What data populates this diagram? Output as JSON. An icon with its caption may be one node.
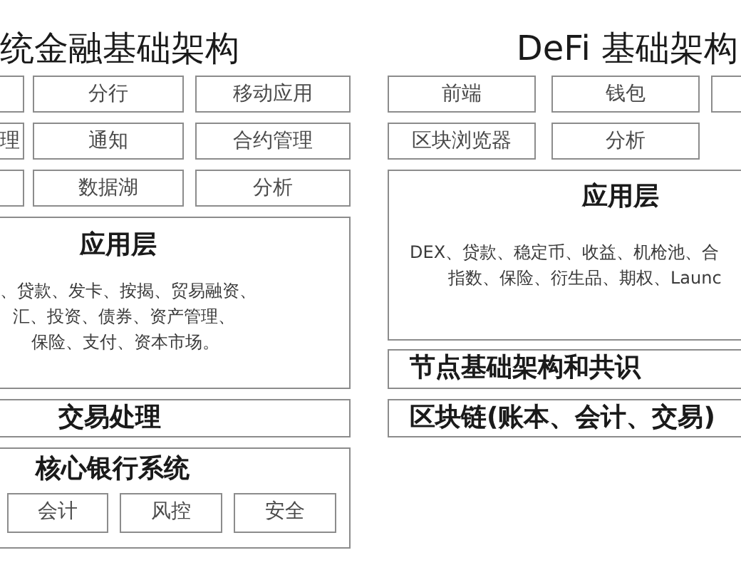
{
  "diagram": {
    "nodes": [
      {
        "text": [],
        "shape": "box"
      },
      {
        "text": [
          "分行"
        ]
      },
      {
        "text": [
          "移动应用"
        ]
      },
      {
        "text": [
          "理"
        ]
      },
      {
        "text": [
          "通知"
        ]
      },
      {
        "text": [
          "合约管理"
        ]
      },
      {
        "text": [],
        "shape": "box"
      },
      {
        "text": [
          "数据湖"
        ]
      },
      {
        "text": [
          "分析"
        ]
      },
      {
        "text": [
          "应用层",
          "、贷款、发卡、按揭、贸易融资、",
          "汇、投资、债券、资产管理、",
          "保险、支付、资本市场。"
        ]
      },
      {
        "text": [
          "交易处理"
        ]
      },
      {
        "text": [
          "核心银行系统"
        ]
      },
      {
        "text": [
          "会计"
        ],
        "in": 11
      },
      {
        "text": [
          "风控"
        ],
        "in": 11
      },
      {
        "text": [
          "安全"
        ],
        "in": 11
      },
      {
        "text": [
          "前端"
        ]
      },
      {
        "text": [
          "钱包"
        ]
      },
      {
        "text": [],
        "shape": "box"
      },
      {
        "text": [
          "区块浏览器"
        ]
      },
      {
        "text": [
          "分析"
        ]
      },
      {
        "text": [
          "应用层",
          "DEX、贷款、稳定币、收益、机枪池、合",
          "指数、保险、衍生品、期权、Launc"
        ]
      },
      {
        "text": [
          "节点基础架构和共识"
        ]
      },
      {
        "text": [
          "区块链(账本、会计、交易)"
        ]
      }
    ],
    "labels": [
      "统金融基础架构",
      "DeFi 基础架构"
    ]
  }
}
